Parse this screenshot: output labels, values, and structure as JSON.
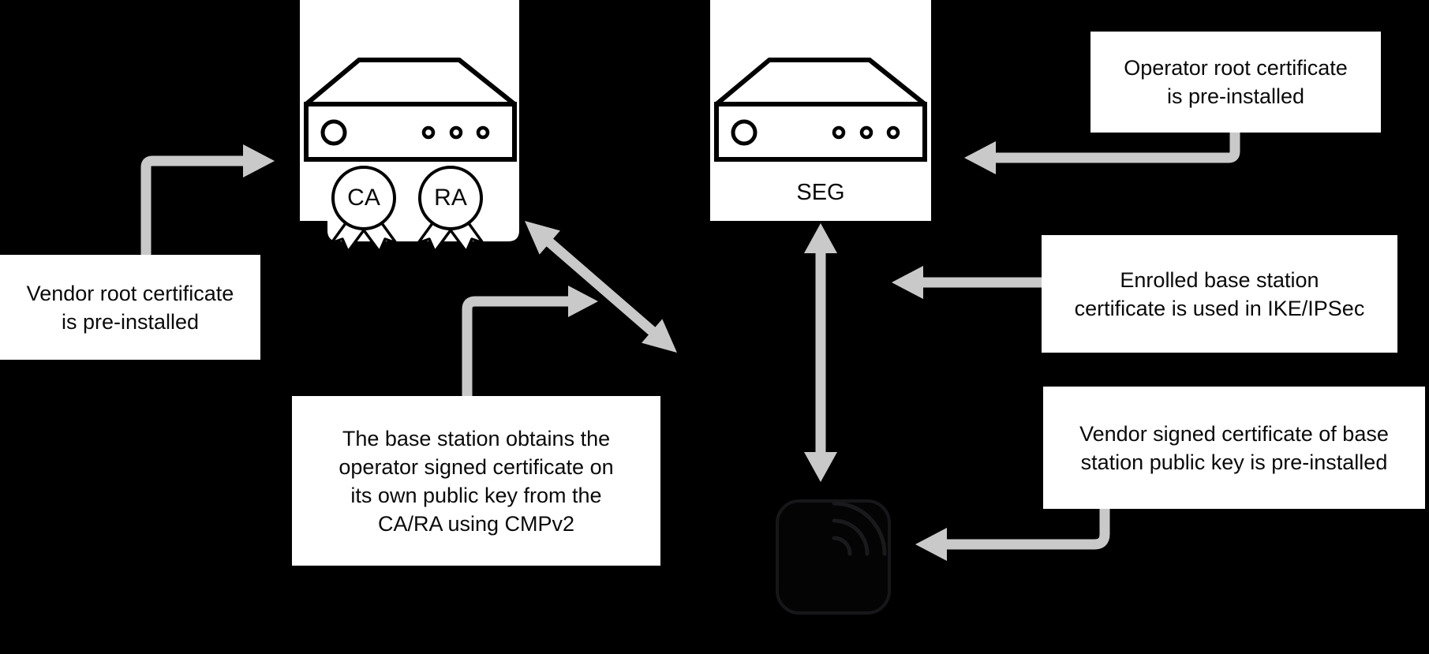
{
  "canvas": {
    "background": "#000000"
  },
  "colors": {
    "arrow": "#c9c9c9",
    "card_background": "#ffffff",
    "text": "#0a0a0a",
    "icon_stroke": "#000000",
    "base_station_stroke": "#17171a"
  },
  "nodes": {
    "ca_ra_server": {
      "icon": "server-icon",
      "badges": [
        {
          "label": "CA"
        },
        {
          "label": "RA"
        }
      ]
    },
    "seg_server": {
      "icon": "server-icon",
      "label": "SEG"
    },
    "base_station": {
      "icon": "base-station-wireless-icon"
    }
  },
  "notes": {
    "vendor_root": {
      "text": "Vendor root certificate\nis pre-installed"
    },
    "operator_root": {
      "text": "Operator root certificate\nis pre-installed"
    },
    "enrolled_cert": {
      "text": "Enrolled base station\ncertificate is used in IKE/IPSec"
    },
    "vendor_signed": {
      "text": "Vendor signed certificate of base\nstation public key is pre-installed"
    },
    "cmpv2": {
      "text": "The base station obtains the\noperator signed certificate on\nits own public key from the\nCA/RA using CMPv2"
    }
  },
  "arrows": [
    {
      "name": "arrow-vendor-root-to-ca-ra",
      "type": "elbow",
      "direction": "up-then-right"
    },
    {
      "name": "arrow-operator-root-to-seg",
      "type": "elbow",
      "direction": "down-then-left"
    },
    {
      "name": "arrow-enrolled-cert-to-link",
      "type": "straight",
      "direction": "left"
    },
    {
      "name": "arrow-vendor-signed-to-base-station",
      "type": "elbow",
      "direction": "down-then-left"
    },
    {
      "name": "arrow-seg-base-station-link",
      "type": "double",
      "direction": "vertical"
    },
    {
      "name": "arrow-ca-ra-base-station-link",
      "type": "double",
      "direction": "diagonal"
    },
    {
      "name": "arrow-cmpv2-to-link",
      "type": "elbow",
      "direction": "up-then-right"
    }
  ]
}
